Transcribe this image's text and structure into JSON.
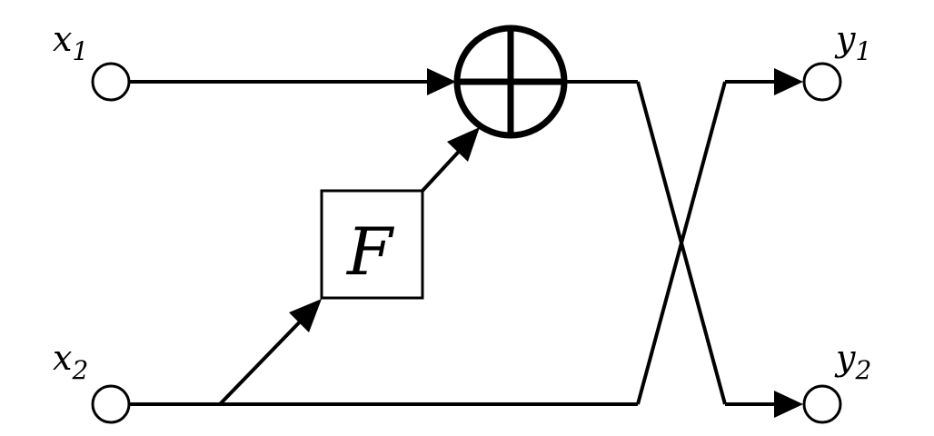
{
  "inputs": [
    {
      "label": "x",
      "subscript": "1"
    },
    {
      "label": "x",
      "subscript": "2"
    }
  ],
  "outputs": [
    {
      "label": "y",
      "subscript": "1"
    },
    {
      "label": "y",
      "subscript": "2"
    }
  ],
  "function_block": {
    "label": "F"
  },
  "colors": {
    "stroke": "#000000",
    "background": "#ffffff"
  }
}
